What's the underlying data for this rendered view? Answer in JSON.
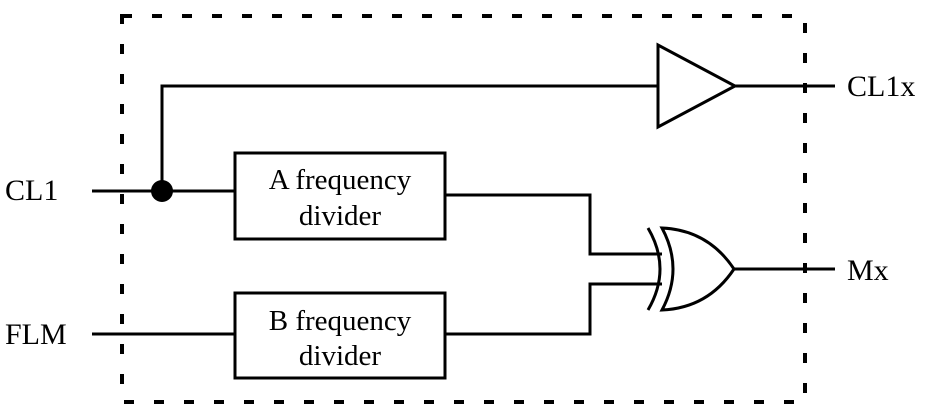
{
  "inputs": {
    "cl1": "CL1",
    "flm": "FLM"
  },
  "outputs": {
    "cl1x": "CL1x",
    "mx": "Mx"
  },
  "blocks": {
    "a_divider": {
      "line1": "A frequency",
      "line2": "divider"
    },
    "b_divider": {
      "line1": "B frequency",
      "line2": "divider"
    }
  },
  "components": {
    "buffer": "buffer-triangle-icon",
    "xor_gate": "xor-gate-icon",
    "junction": "junction-dot-icon"
  }
}
